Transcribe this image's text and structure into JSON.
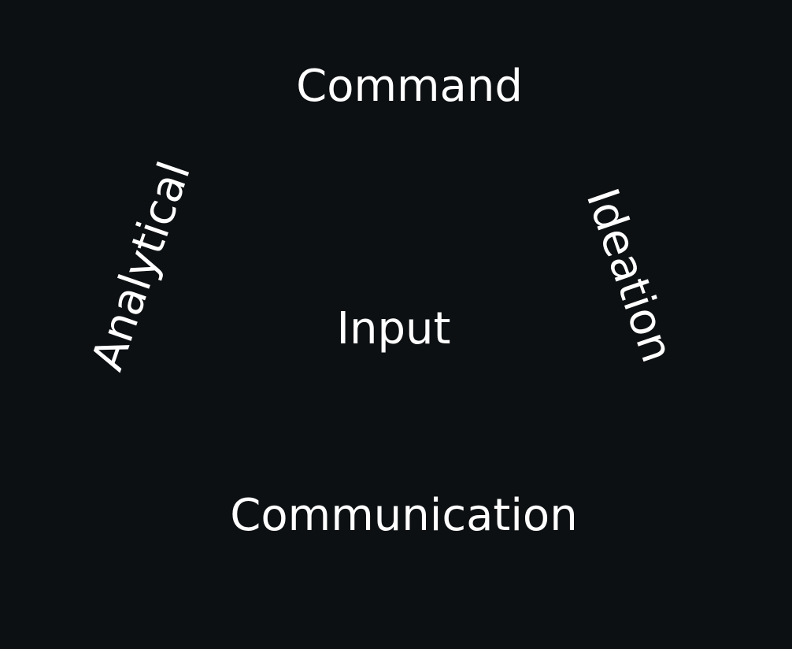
{
  "diagram": {
    "background_color": "#0d1012",
    "text_color": "#ffffff",
    "labels": {
      "top": "Command",
      "left": "Analytical",
      "right": "Ideation",
      "center": "Input",
      "bottom": "Communication"
    }
  }
}
